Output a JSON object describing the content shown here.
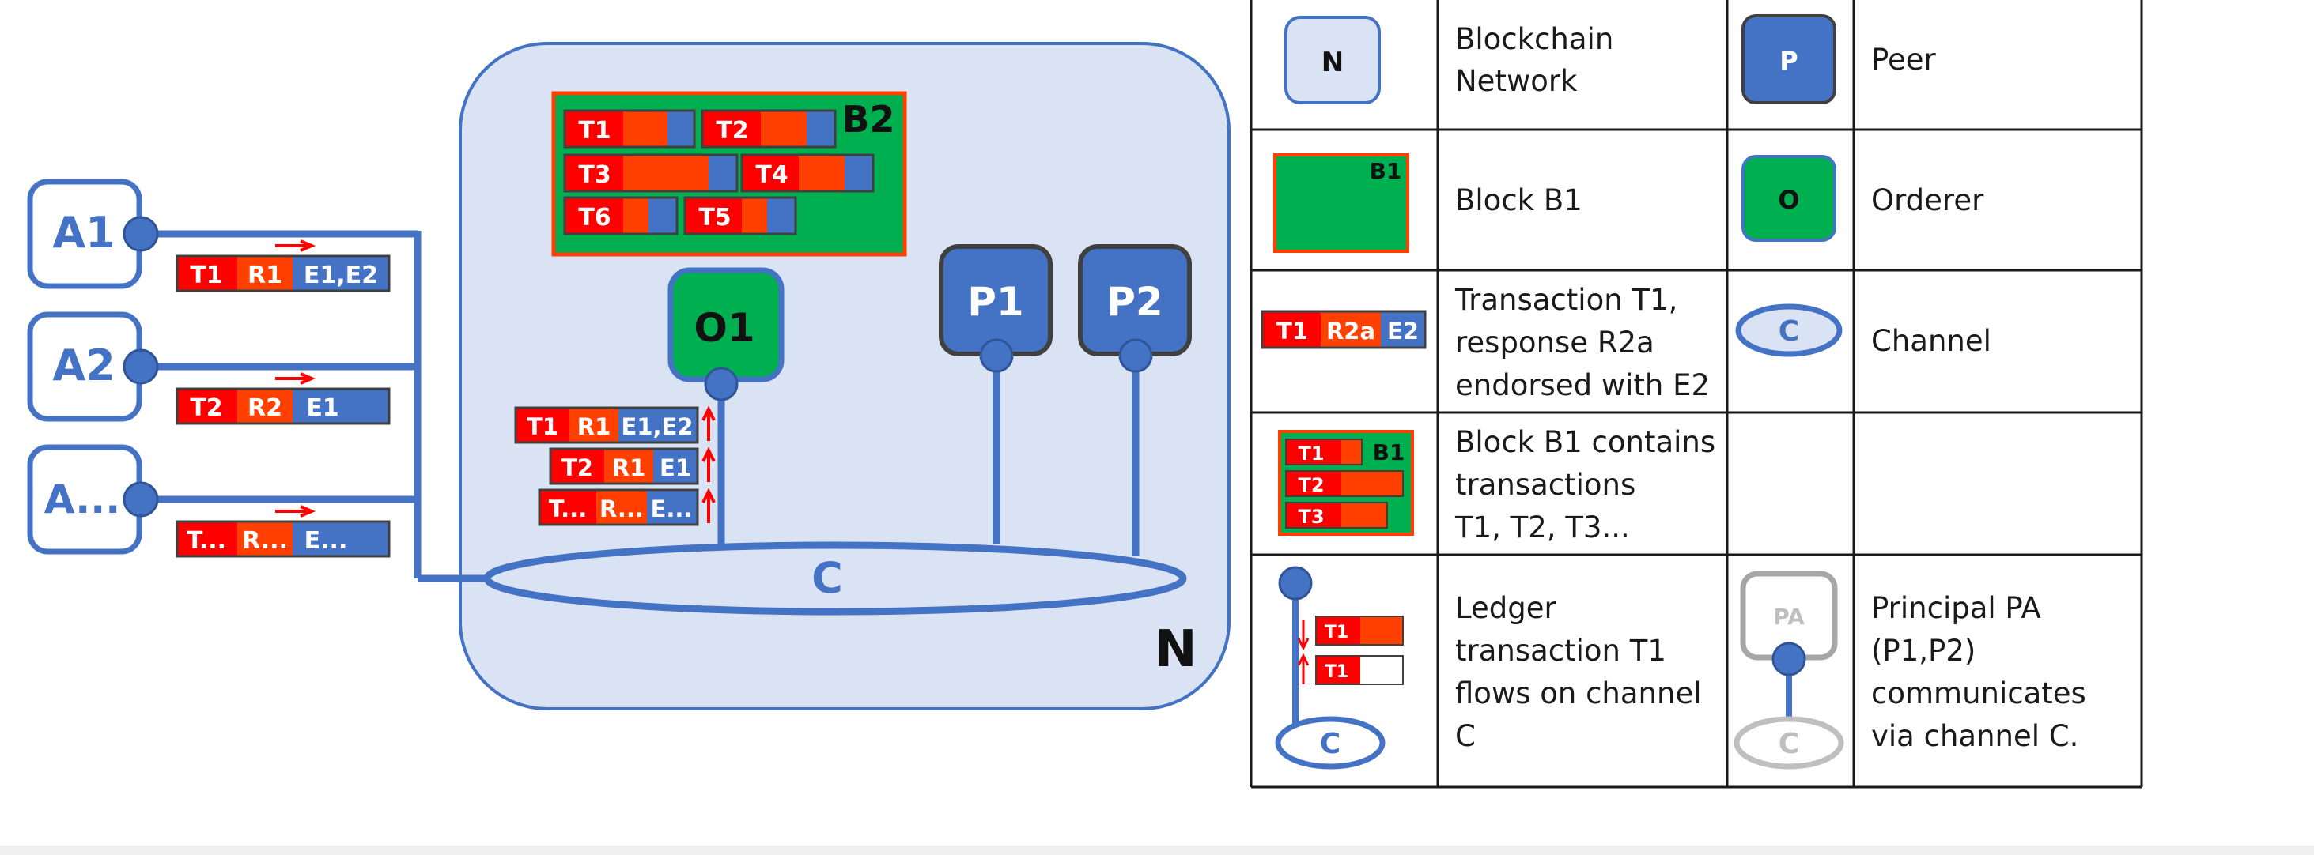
{
  "diagram": {
    "apps": [
      {
        "label": "A1",
        "tx": {
          "t": "T1",
          "r": "R1",
          "e": "E1,E2"
        }
      },
      {
        "label": "A2",
        "tx": {
          "t": "T2",
          "r": "R2",
          "e": "E1"
        }
      },
      {
        "label": "A...",
        "tx": {
          "t": "T...",
          "r": "R...",
          "e": "E..."
        }
      }
    ],
    "network_label": "N",
    "channel_label": "C",
    "orderer_label": "O1",
    "peers": [
      "P1",
      "P2"
    ],
    "block": {
      "label": "B2",
      "transactions": [
        "T1",
        "T2",
        "T3",
        "T4",
        "T6",
        "T5"
      ]
    },
    "orderer_inbound": [
      {
        "t": "T1",
        "r": "R1",
        "e": "E1,E2"
      },
      {
        "t": "T2",
        "r": "R1",
        "e": "E1"
      },
      {
        "t": "T...",
        "r": "R...",
        "e": "E..."
      }
    ]
  },
  "legend": {
    "network": {
      "symbol": "N",
      "text": [
        "Blockchain",
        "Network"
      ]
    },
    "peer": {
      "symbol": "P",
      "text": [
        "Peer"
      ]
    },
    "block": {
      "symbol": "B1",
      "text": [
        "Block B1"
      ]
    },
    "orderer": {
      "symbol": "O",
      "text": [
        "Orderer"
      ]
    },
    "transaction": {
      "t": "T1",
      "r": "R2a",
      "e": "E2",
      "text": [
        "Transaction T1,",
        "response R2a",
        "endorsed with E2"
      ]
    },
    "channel": {
      "symbol": "C",
      "text": [
        "Channel"
      ]
    },
    "block_contains": {
      "symbol": "B1",
      "tx": [
        "T1",
        "T2",
        "T3"
      ],
      "text": [
        "Block B1 contains",
        "transactions",
        "T1, T2, T3..."
      ]
    },
    "ledger": {
      "tx": [
        "T1",
        "T1"
      ],
      "channel": "C",
      "text": [
        "Ledger",
        "transaction T1",
        "flows on channel",
        "C"
      ]
    },
    "principal": {
      "symbol": "PA",
      "channel": "C",
      "text": [
        "Principal PA",
        "(P1,P2)",
        "communicates",
        "via channel C."
      ]
    }
  },
  "colors": {
    "blue": "#4472c4",
    "red": "#ff0000",
    "orange_red": "#ff4000",
    "green": "#00b050",
    "network_fill": "#dae3f3",
    "gray": "#a6a6a6"
  }
}
